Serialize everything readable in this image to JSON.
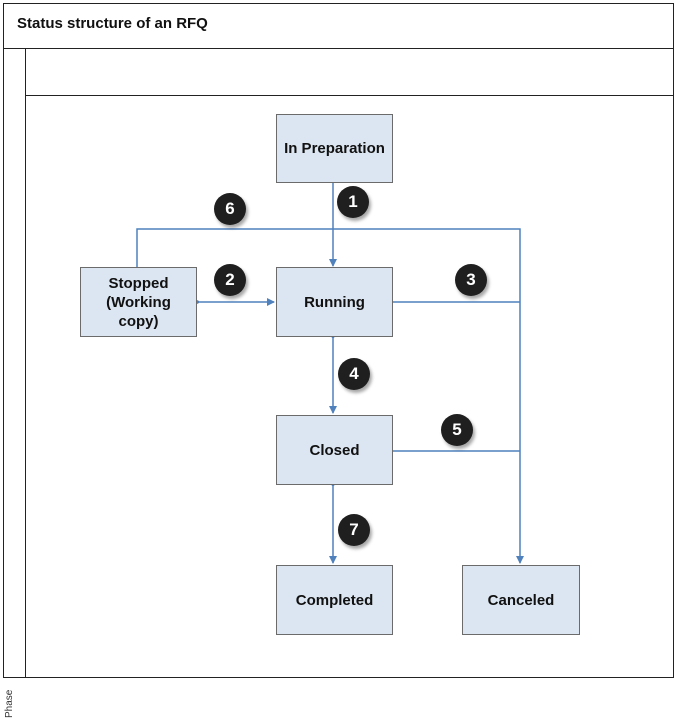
{
  "title": "Status structure of an RFQ",
  "lane_label": "Phase",
  "colors": {
    "box_fill": "#dce6f2",
    "connector": "#4f81bd",
    "badge": "#1f1f1f"
  },
  "nodes": {
    "in_preparation": "In Preparation",
    "running": "Running",
    "stopped": "Stopped\n(Working\ncopy)",
    "closed": "Closed",
    "completed": "Completed",
    "canceled": "Canceled"
  },
  "badges": {
    "b1": "1",
    "b2": "2",
    "b3": "3",
    "b4": "4",
    "b5": "5",
    "b6": "6",
    "b7": "7"
  }
}
